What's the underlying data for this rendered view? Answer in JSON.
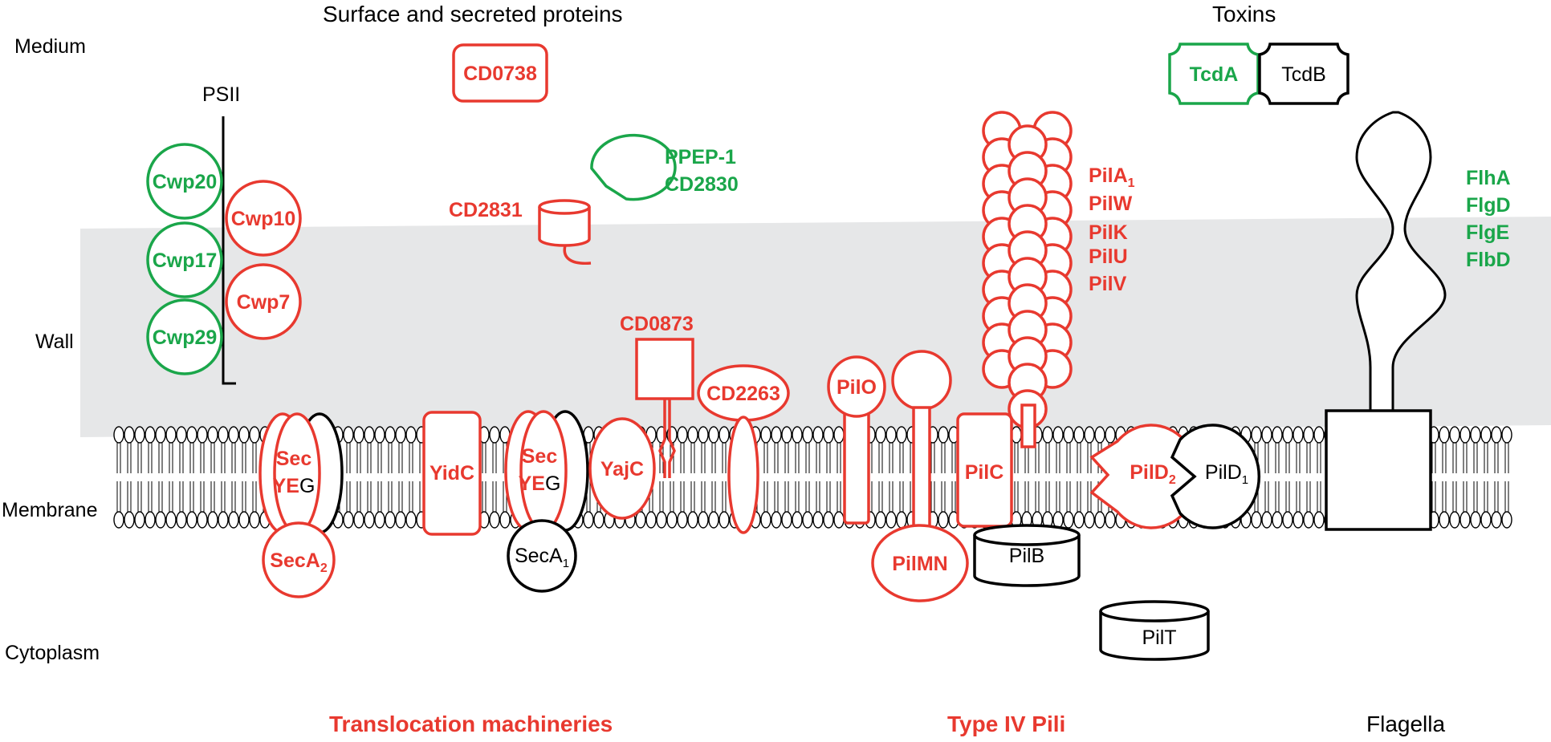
{
  "regions": {
    "medium": "Medium",
    "wall": "Wall",
    "membrane": "Membrane",
    "cytoplasm": "Cytoplasm"
  },
  "headings": {
    "surface": "Surface and secreted proteins",
    "toxins": "Toxins",
    "translocation": "Translocation machineries",
    "pili": "Type IV Pili",
    "flagella": "Flagella"
  },
  "psii": {
    "label": "PSII",
    "green": [
      "Cwp20",
      "Cwp17",
      "Cwp29"
    ],
    "red": [
      "Cwp10",
      "Cwp7"
    ]
  },
  "secreted": {
    "cd0738": "CD0738",
    "ppep1": "PPEP-1",
    "cd2830": "CD2830",
    "cd2831": "CD2831",
    "cd0873": "CD0873",
    "cd2263": "CD2263"
  },
  "toxins": {
    "tcda": "TcdA",
    "tcdb": "TcdB"
  },
  "sec": {
    "sec": "Sec",
    "ye": "YE",
    "g": "G",
    "secA2_base": "SecA",
    "secA2_sub": "2",
    "secA1_base": "SecA",
    "secA1_sub": "1",
    "yidc": "YidC",
    "yajc": "YajC"
  },
  "pili": {
    "pilO": "PilO",
    "pilMN": "PilMN",
    "pilC": "PilC",
    "pilB": "PilB",
    "pilT": "PilT",
    "pilD2_base": "PilD",
    "pilD2_sub": "2",
    "pilD1_base": "PilD",
    "pilD1_sub": "1",
    "pilA1_base": "PilA",
    "pilA1_sub": "1",
    "others": [
      "PilW",
      "PilK",
      "PilU",
      "PilV"
    ]
  },
  "flagella": {
    "labels": [
      "FlhA",
      "FlgD",
      "FlgE",
      "FlbD"
    ]
  },
  "colors": {
    "red": "#e8392f",
    "green": "#1aa64a",
    "wall": "#e6e7e8",
    "black": "#000000"
  }
}
